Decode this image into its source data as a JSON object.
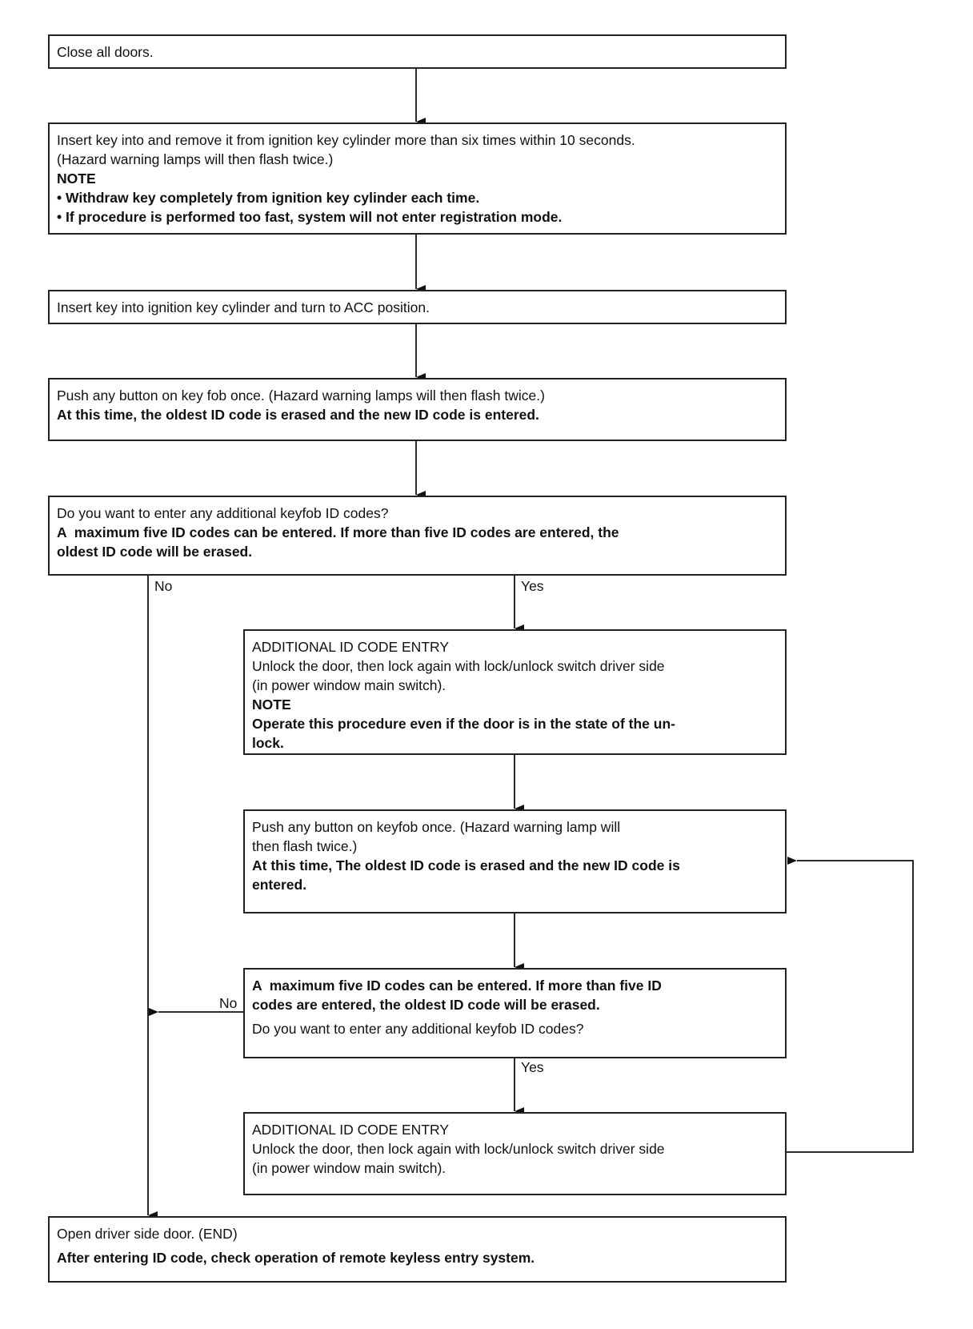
{
  "steps": {
    "s1": {
      "lines": [
        {
          "text": "Close all doors.",
          "bold": false
        }
      ]
    },
    "s2": {
      "lines": [
        {
          "text": "Insert key into and remove it from ignition key cylinder more than six times within 10 seconds.",
          "bold": false
        },
        {
          "text": "(Hazard warning lamps will then flash twice.)",
          "bold": false
        },
        {
          "text": "NOTE",
          "bold": true
        },
        {
          "text": "• Withdraw key completely from ignition key cylinder each time.",
          "bold": true
        },
        {
          "text": "• If procedure is performed too fast, system will not enter registration mode.",
          "bold": true
        }
      ]
    },
    "s3": {
      "lines": [
        {
          "text": "Insert key into ignition key cylinder and turn to ACC position.",
          "bold": false
        }
      ]
    },
    "s4": {
      "lines": [
        {
          "text": "Push any button on key fob once. (Hazard warning lamps will then flash twice.)",
          "bold": false
        },
        {
          "text": "At this time, the oldest ID code is erased and the new ID code is entered.",
          "bold": true
        }
      ]
    },
    "s5": {
      "lines": [
        {
          "text": "Do you want to enter any additional keyfob ID codes?",
          "bold": false
        },
        {
          "text": "A  maximum five ID codes can be entered. If more than five ID codes are entered, the",
          "bold": true
        },
        {
          "text": "oldest ID code will be erased.",
          "bold": true
        }
      ]
    },
    "s6": {
      "lines": [
        {
          "text": "ADDITIONAL ID CODE ENTRY",
          "bold": false
        },
        {
          "text": "Unlock the door, then lock again with lock/unlock switch driver side",
          "bold": false
        },
        {
          "text": "(in power window main switch).",
          "bold": false
        },
        {
          "text": "NOTE",
          "bold": true
        },
        {
          "text": "Operate this procedure even if the door is in the state of the un-",
          "bold": true
        },
        {
          "text": "lock.",
          "bold": true
        }
      ]
    },
    "s7": {
      "lines": [
        {
          "text": "Push any button on keyfob once. (Hazard warning lamp will",
          "bold": false
        },
        {
          "text": "then flash twice.)",
          "bold": false
        },
        {
          "text": "At this time, The oldest ID code is erased and the new ID code is",
          "bold": true
        },
        {
          "text": "entered.",
          "bold": true
        }
      ]
    },
    "s8": {
      "lines": [
        {
          "text": "A  maximum five ID codes can be entered. If more than five ID",
          "bold": true
        },
        {
          "text": "codes are entered, the oldest ID code will be erased.",
          "bold": true
        },
        {
          "text": "Do you want to enter any additional keyfob ID codes?",
          "bold": false
        }
      ]
    },
    "s9": {
      "lines": [
        {
          "text": "ADDITIONAL ID CODE ENTRY",
          "bold": false
        },
        {
          "text": "Unlock the door, then lock again with lock/unlock switch driver side",
          "bold": false
        },
        {
          "text": "(in power window main switch).",
          "bold": false
        }
      ]
    },
    "s10": {
      "lines": [
        {
          "text": "Open driver side door. (END)",
          "bold": false
        },
        {
          "text": "After entering ID code, check operation of remote keyless entry system.",
          "bold": true
        }
      ]
    }
  },
  "labels": {
    "no1": "No",
    "yes1": "Yes",
    "no2": "No",
    "yes2": "Yes"
  }
}
